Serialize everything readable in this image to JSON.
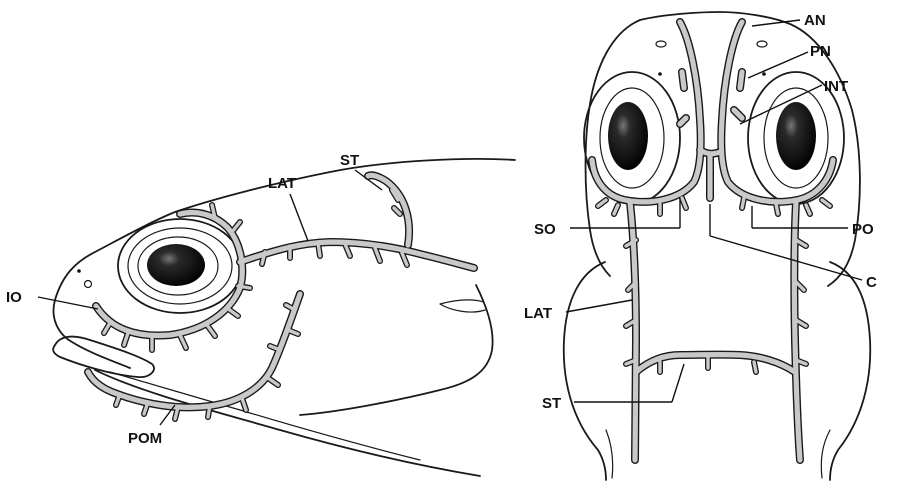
{
  "labels": {
    "left": {
      "io": "IO",
      "lat": "LAT",
      "st": "ST",
      "pom": "POM"
    },
    "right": {
      "an": "AN",
      "pn": "PN",
      "int": "INT",
      "so": "SO",
      "po": "PO",
      "c": "C",
      "lat": "LAT",
      "st": "ST"
    }
  }
}
